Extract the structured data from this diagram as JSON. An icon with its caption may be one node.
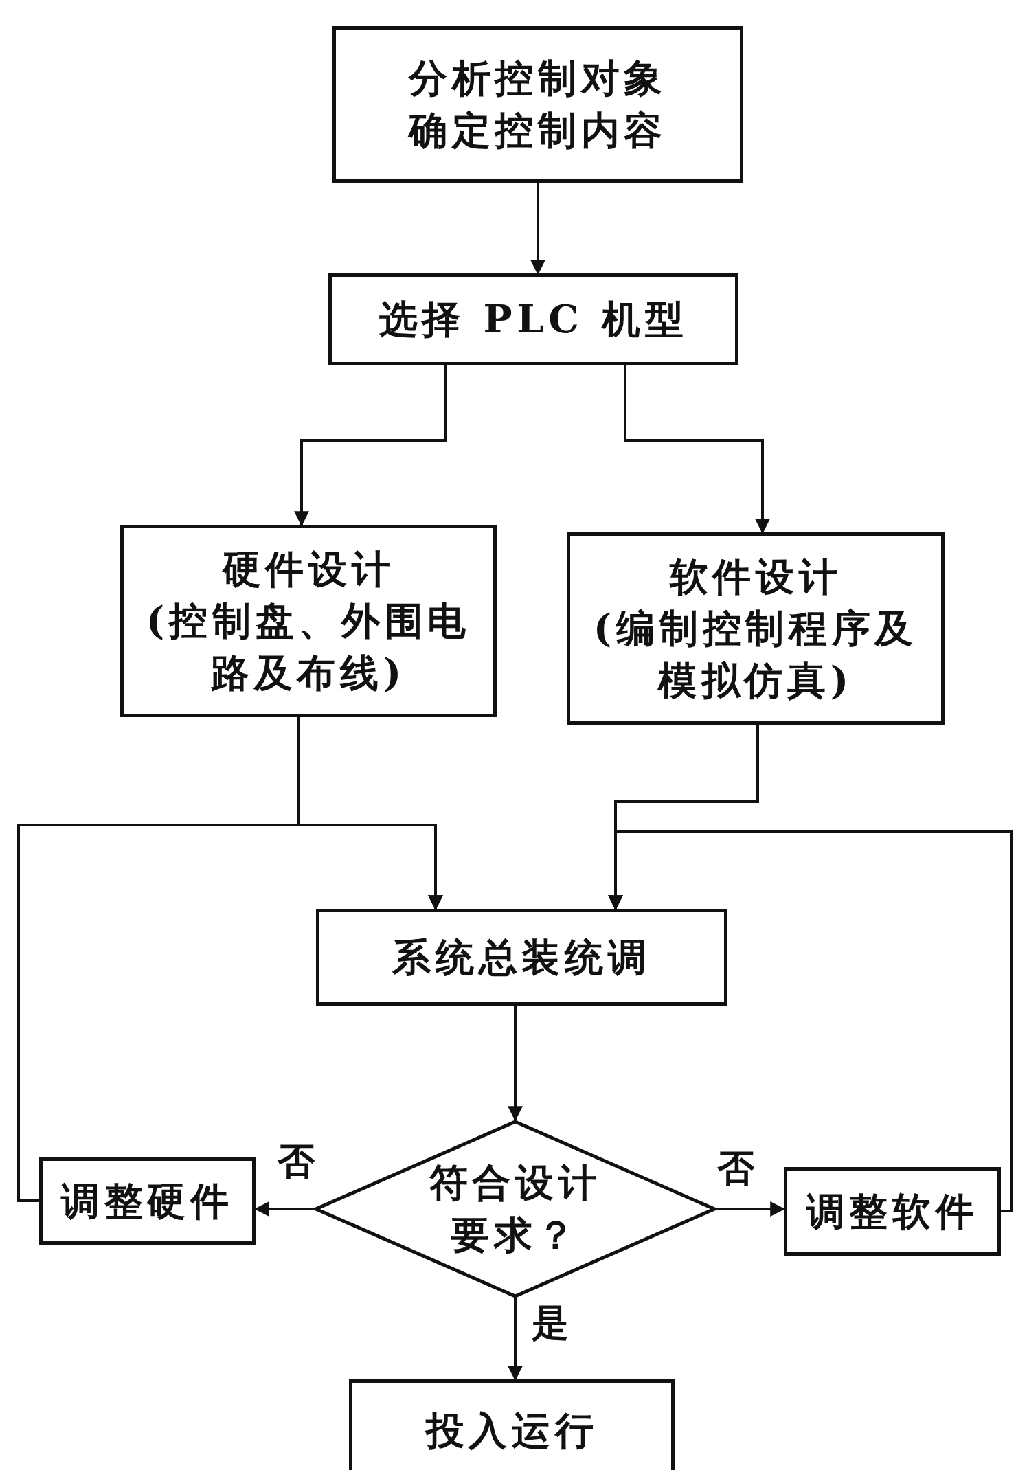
{
  "diagram": {
    "nodes": [
      {
        "text": [
          "分析控制对象确定控制内容"
        ]
      },
      {
        "text": [
          "选择 PLC 机型"
        ]
      },
      {
        "text": [
          "硬件设计",
          "(控制盘、外围电路及布线)"
        ]
      },
      {
        "text": [
          "软件设计",
          "(编制控制程序及模拟仿真)"
        ]
      },
      {
        "text": [
          "系统总装统调"
        ]
      },
      {
        "text": [
          "符合设计要求？"
        ]
      },
      {
        "text": [
          "调整硬件"
        ]
      },
      {
        "text": [
          "调整软件"
        ]
      },
      {
        "text": [
          "投入运行"
        ]
      }
    ],
    "edges": [
      {
        "from": 0,
        "to": 1,
        "arrow": "to"
      },
      {
        "from": 1,
        "to": 2,
        "arrow": "to"
      },
      {
        "from": 1,
        "to": 3,
        "arrow": "to"
      },
      {
        "from": 2,
        "to": 4,
        "arrow": "to"
      },
      {
        "from": 3,
        "to": 4,
        "arrow": "to"
      },
      {
        "from": 4,
        "to": 5,
        "arrow": "to"
      },
      {
        "from": 5,
        "to": 6,
        "arrow": "to",
        "label": "否"
      },
      {
        "from": 5,
        "to": 7,
        "arrow": "to",
        "label": "否"
      },
      {
        "from": 5,
        "to": 8,
        "arrow": "to",
        "label": "是"
      },
      {
        "from": 6,
        "to": 4,
        "arrow": "to"
      },
      {
        "from": 7,
        "to": 4,
        "arrow": "to"
      }
    ]
  }
}
